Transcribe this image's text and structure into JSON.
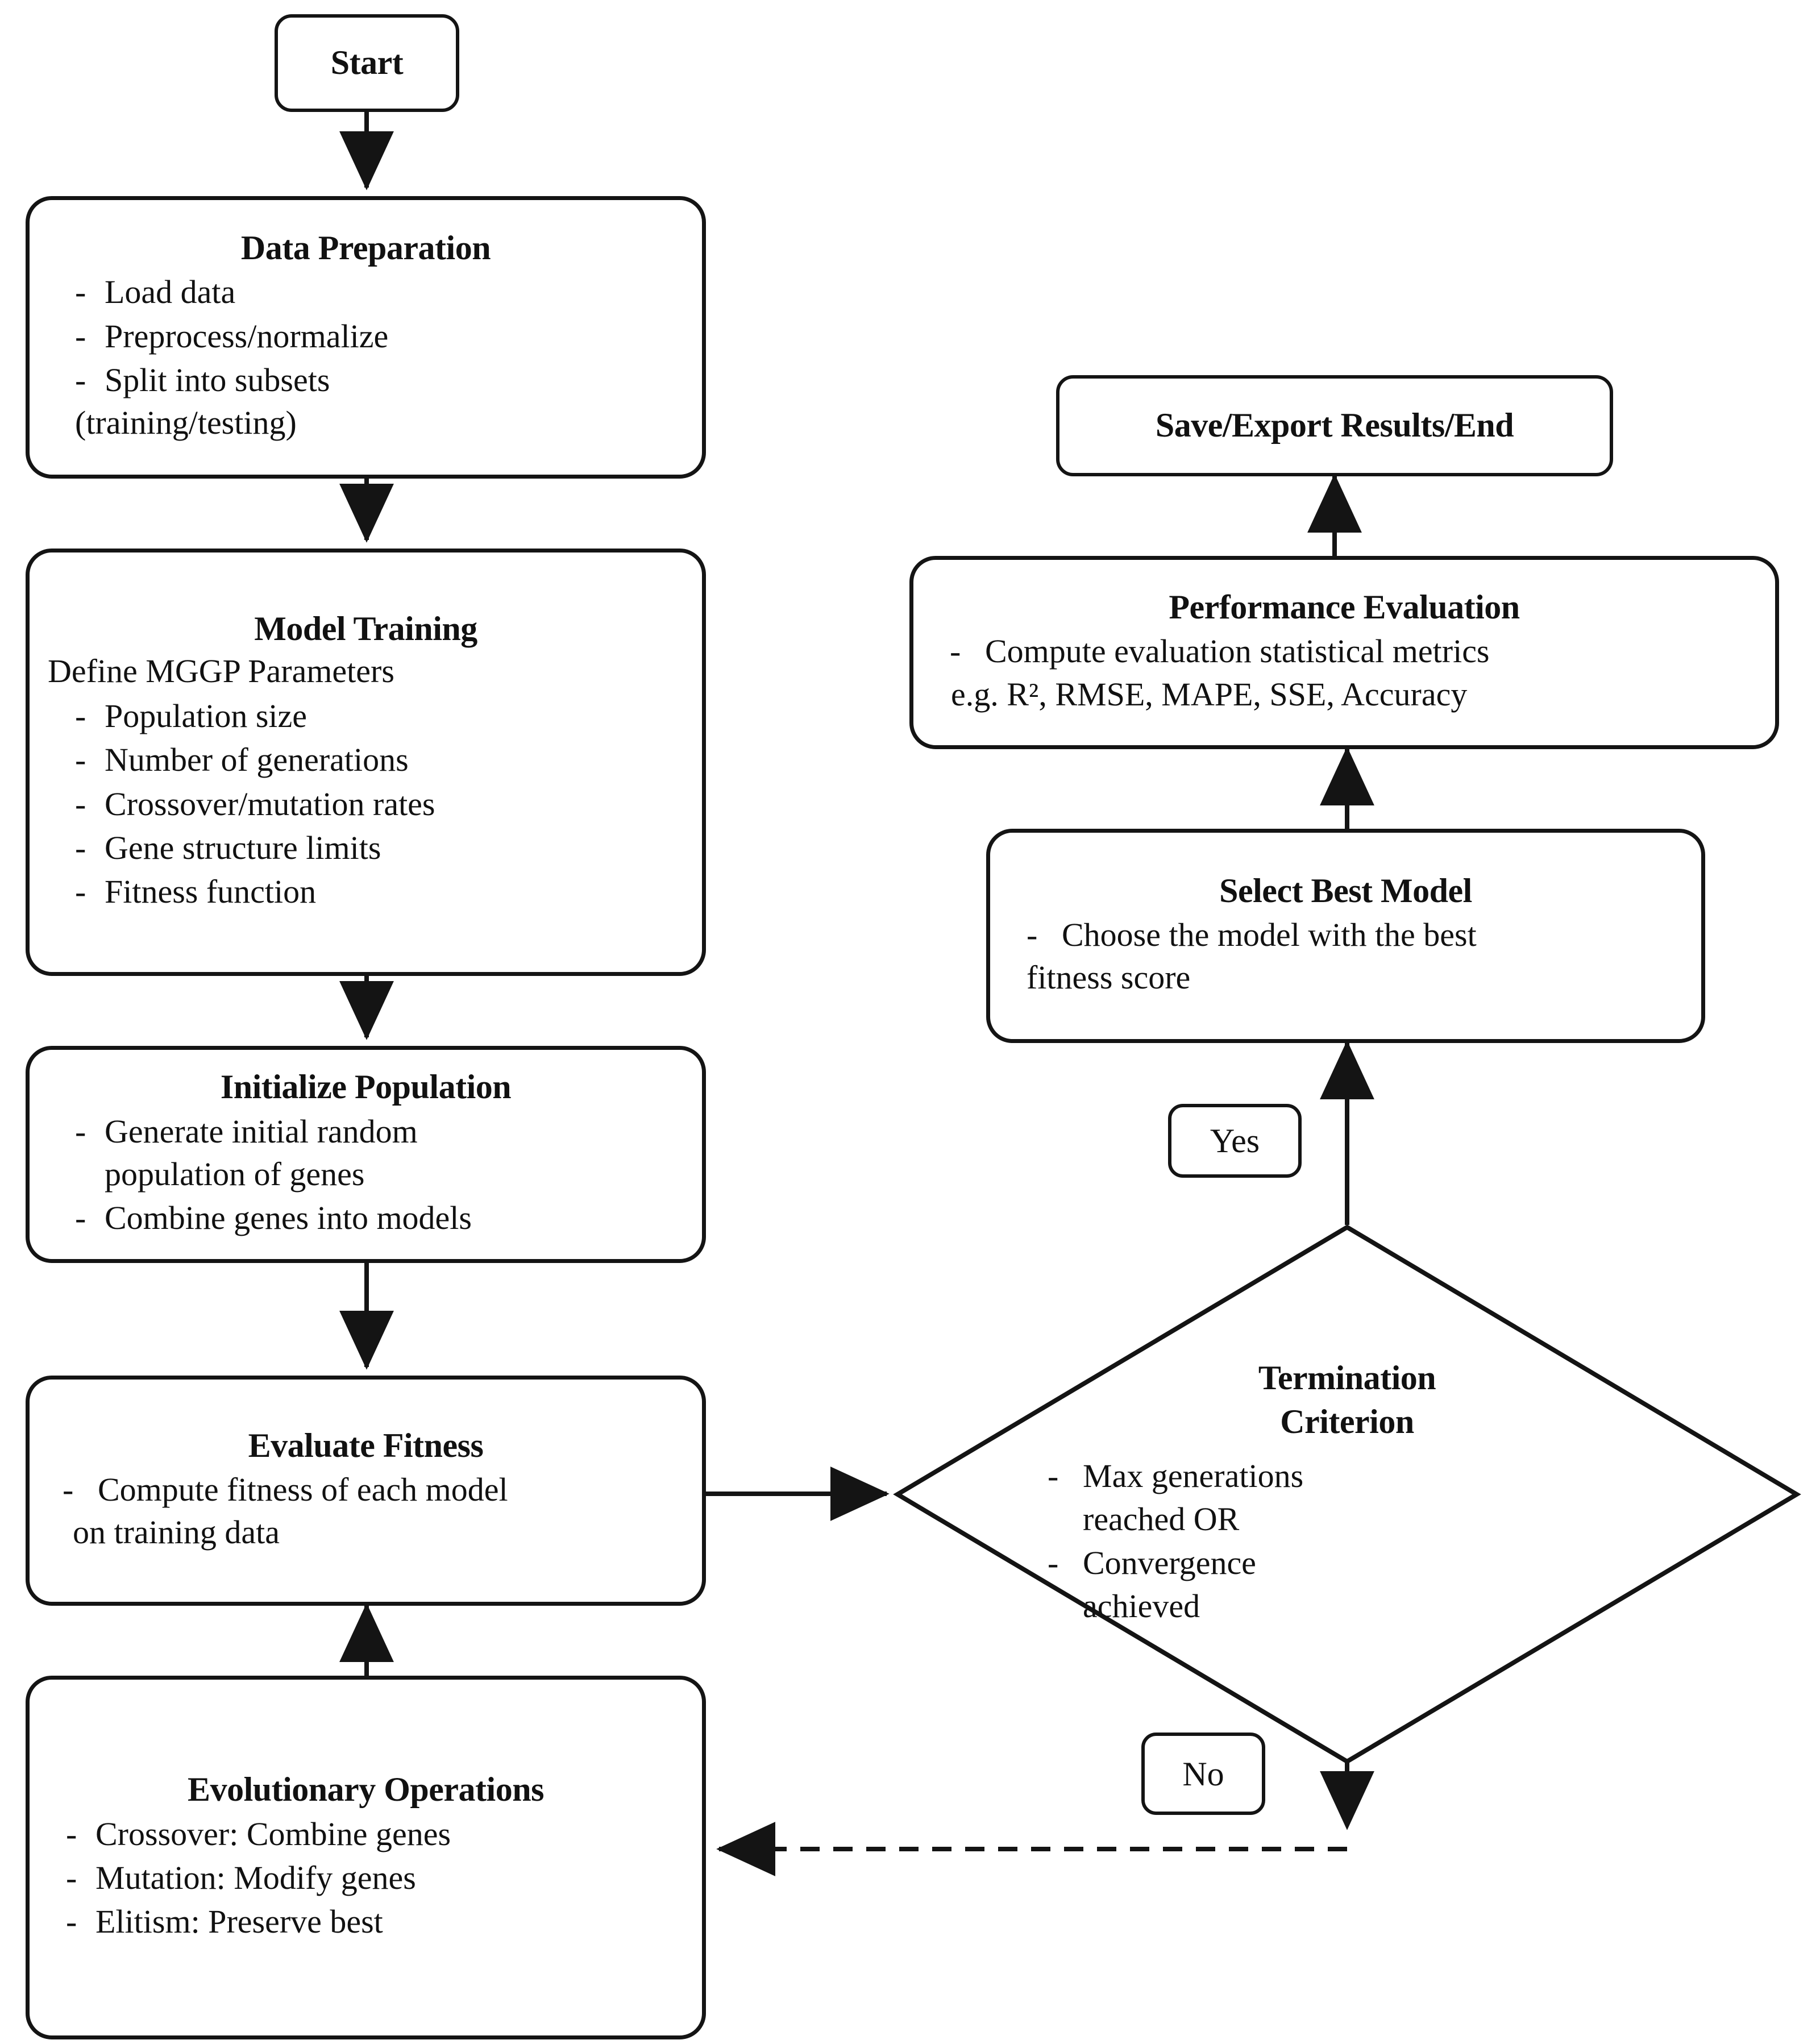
{
  "diagram": {
    "title": "MGGP Modelling Workflow Flowchart",
    "stroke_color": "#141414",
    "fill_color": "#ffffff"
  },
  "nodes": {
    "start": {
      "title": "Start"
    },
    "data_preparation": {
      "title": "Data Preparation",
      "items": [
        {
          "text": "Load data"
        },
        {
          "text": "Preprocess/normalize"
        },
        {
          "text": "Split into subsets",
          "cont": "(training/testing)"
        }
      ]
    },
    "model_training": {
      "title": "Model Training",
      "lead": "Define MGGP Parameters",
      "items": [
        {
          "text": "Population size"
        },
        {
          "text": "Number of generations"
        },
        {
          "text": "Crossover/mutation rates"
        },
        {
          "text": "Gene structure limits"
        },
        {
          "text": "Fitness function"
        }
      ]
    },
    "initialize_population": {
      "title": "Initialize Population",
      "items": [
        {
          "text": "Generate initial random",
          "cont": "population of genes"
        },
        {
          "text": "Combine genes into models"
        }
      ]
    },
    "evaluate_fitness": {
      "title": "Evaluate Fitness",
      "items": [
        {
          "text": "Compute fitness of each model",
          "cont": "on training data"
        }
      ]
    },
    "evolutionary_operations": {
      "title": "Evolutionary Operations",
      "items": [
        {
          "text": "Crossover: Combine genes"
        },
        {
          "text": "Mutation: Modify genes"
        },
        {
          "text": "Elitism: Preserve best"
        }
      ]
    },
    "termination_criterion": {
      "title_line1": "Termination",
      "title_line2": "Criterion",
      "items": [
        {
          "text": "Max generations",
          "cont": "reached OR"
        },
        {
          "text": "Convergence",
          "cont": "achieved"
        }
      ]
    },
    "select_best_model": {
      "title": "Select Best Model",
      "items": [
        {
          "text": "Choose the model with the best",
          "cont": "fitness score"
        }
      ]
    },
    "performance_evaluation": {
      "title": "Performance Evaluation",
      "items": [
        {
          "text": "Compute evaluation statistical metrics",
          "cont": "e.g. R², RMSE, MAPE, SSE,  Accuracy"
        }
      ]
    },
    "save_export_end": {
      "title": "Save/Export Results/End"
    }
  },
  "labels": {
    "yes": "Yes",
    "no": "No"
  },
  "bullet": "-"
}
